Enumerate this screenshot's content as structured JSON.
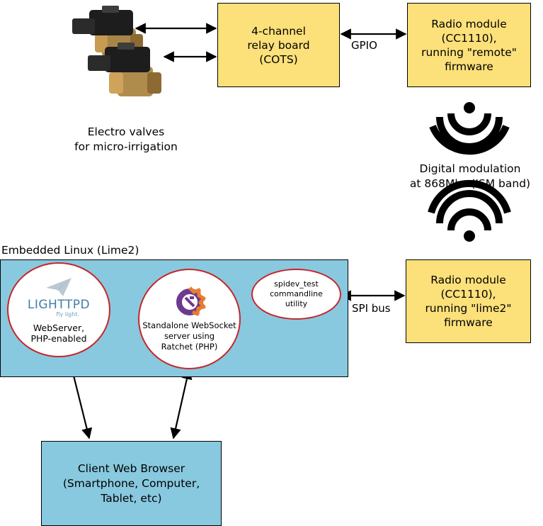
{
  "valves": {
    "caption_line1": "Electro valves",
    "caption_line2": "for micro-irrigation"
  },
  "relay": {
    "line1": "4-channel",
    "line2": "relay board",
    "line3": "(COTS)"
  },
  "gpio_label": "GPIO",
  "radio_remote": {
    "line1": "Radio module",
    "line2": "(CC1110),",
    "line3": "running \"remote\"",
    "line4": "firmware"
  },
  "modulation": {
    "line1": "Digital modulation",
    "line2": "at 868Mhz (ISM band)"
  },
  "linux_label": "Embedded Linux (Lime2)",
  "lighttpd": {
    "logo_main": "LIGHTTPD",
    "logo_tagline": "fly light.",
    "line1": "WebServer,",
    "line2": "PHP-enabled"
  },
  "websocket": {
    "line1": "Standalone WebSocket",
    "line2": "server using",
    "line3": "Ratchet (PHP)"
  },
  "spidev": {
    "line1": "spidev_test",
    "line2": "commandline",
    "line3": "utility"
  },
  "spi_label": "SPI bus",
  "radio_lime2": {
    "line1": "Radio module",
    "line2": "(CC1110),",
    "line3": "running \"lime2\"",
    "line4": "firmware"
  },
  "browser": {
    "line1": "Client Web Browser",
    "line2": "(Smartphone, Computer,",
    "line3": "Tablet, etc)"
  },
  "colors": {
    "yellow_box": "#fce07a",
    "blue_box": "#88c9df",
    "bubble_border": "#c5262b",
    "lighttpd_logo": "#3f7ea6",
    "ratchet_purple": "#6d3a8f",
    "ratchet_orange": "#e97c2e"
  },
  "icons": [
    "valve-icon",
    "paper-plane-icon",
    "ratchet-gear-icon",
    "wifi-signal-icon"
  ]
}
